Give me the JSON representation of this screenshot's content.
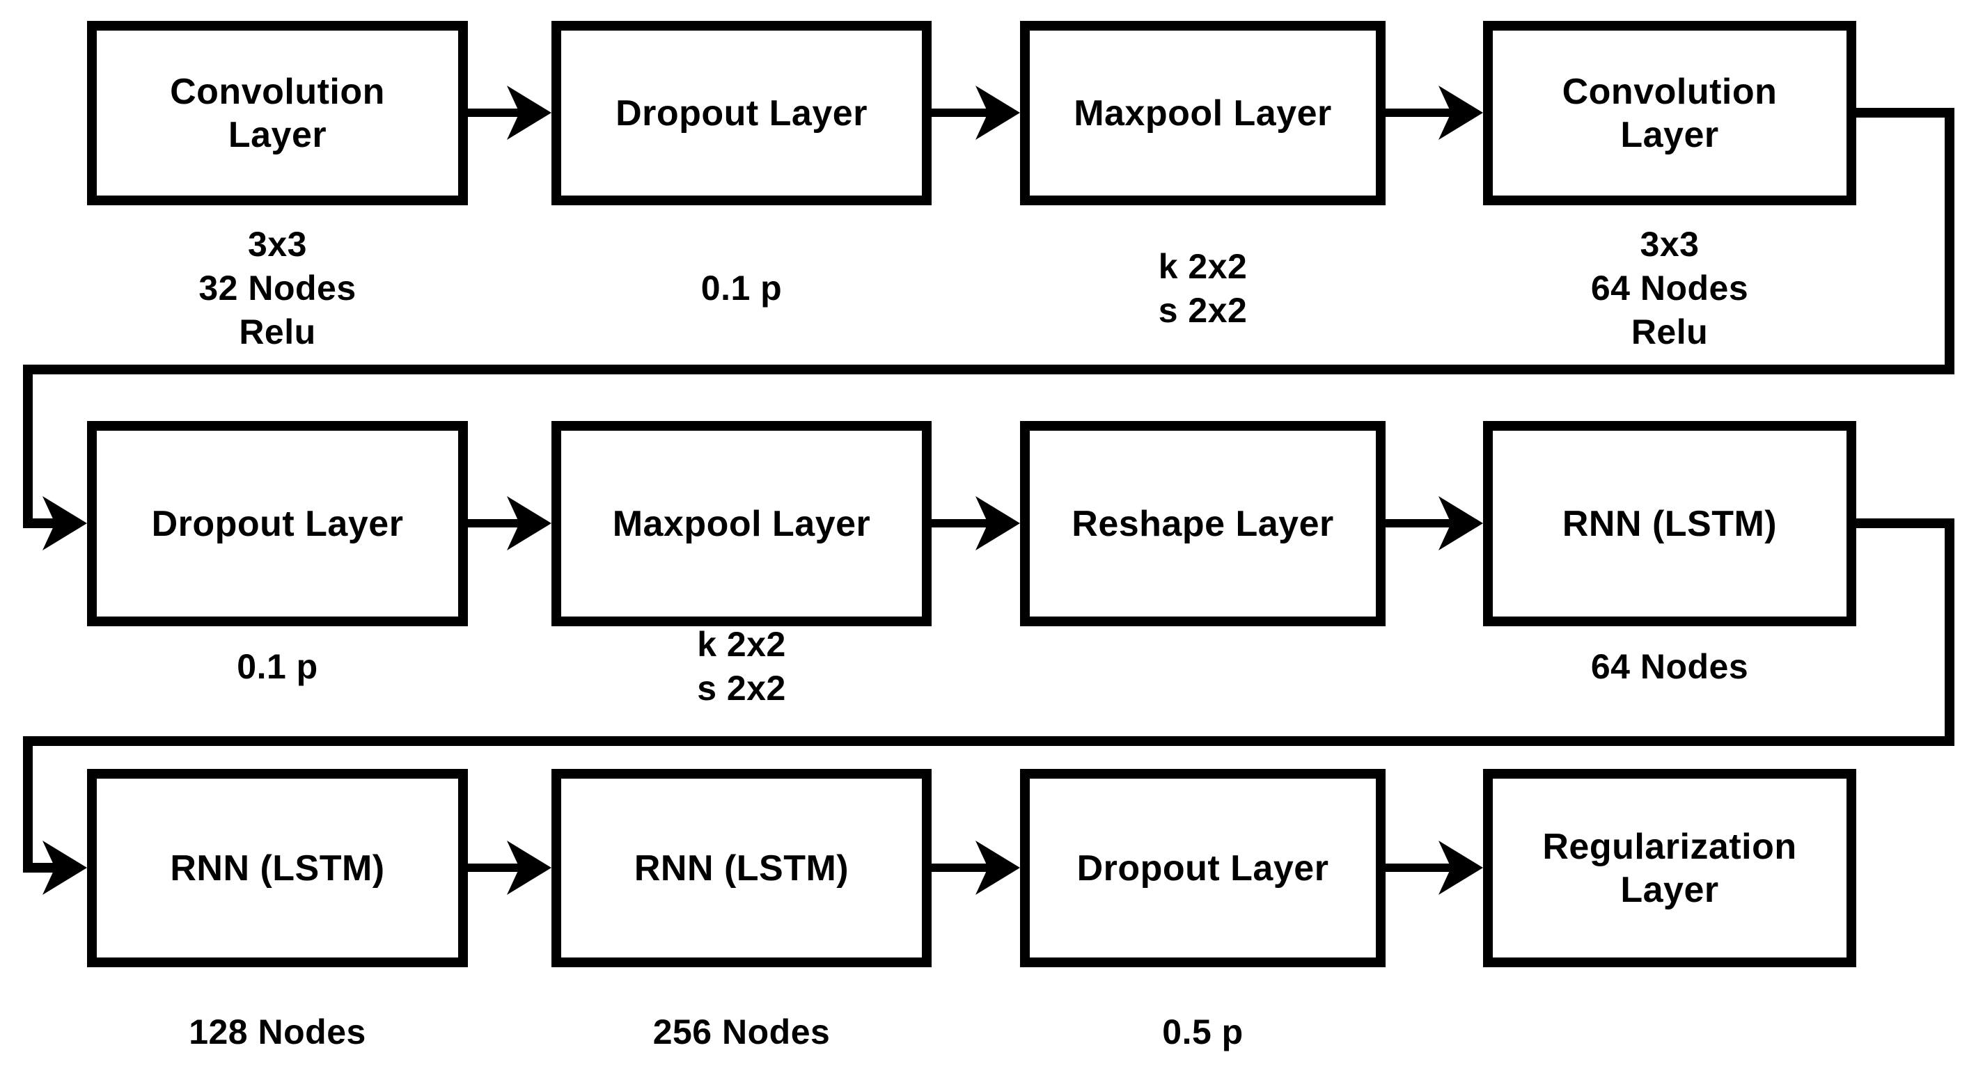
{
  "diagram": {
    "description": "CNN-LSTM neural network architecture flowchart, three rows of layers connected left-to-right with wrap-around connectors between rows",
    "colors": {
      "line": "#000000",
      "box_fill": "#ffffff",
      "background": "#ffffff"
    },
    "rows": [
      {
        "boxes": [
          {
            "title": "Convolution\nLayer",
            "caption": [
              "3x3",
              "32 Nodes",
              "Relu"
            ]
          },
          {
            "title": "Dropout Layer",
            "caption": [
              "0.1 p"
            ]
          },
          {
            "title": "Maxpool Layer",
            "caption": [
              "k 2x2",
              "s 2x2"
            ]
          },
          {
            "title": "Convolution\nLayer",
            "caption": [
              "3x3",
              "64 Nodes",
              "Relu"
            ]
          }
        ]
      },
      {
        "boxes": [
          {
            "title": "Dropout Layer",
            "caption": [
              "0.1 p"
            ]
          },
          {
            "title": "Maxpool Layer",
            "caption": [
              "k 2x2",
              "s 2x2"
            ]
          },
          {
            "title": "Reshape Layer",
            "caption": []
          },
          {
            "title": "RNN (LSTM)",
            "caption": [
              "64 Nodes"
            ]
          }
        ]
      },
      {
        "boxes": [
          {
            "title": "RNN (LSTM)",
            "caption": [
              "128 Nodes"
            ]
          },
          {
            "title": "RNN (LSTM)",
            "caption": [
              "256 Nodes"
            ]
          },
          {
            "title": "Dropout Layer",
            "caption": [
              "0.5 p"
            ]
          },
          {
            "title": "Regularization\nLayer",
            "caption": []
          }
        ]
      }
    ]
  }
}
